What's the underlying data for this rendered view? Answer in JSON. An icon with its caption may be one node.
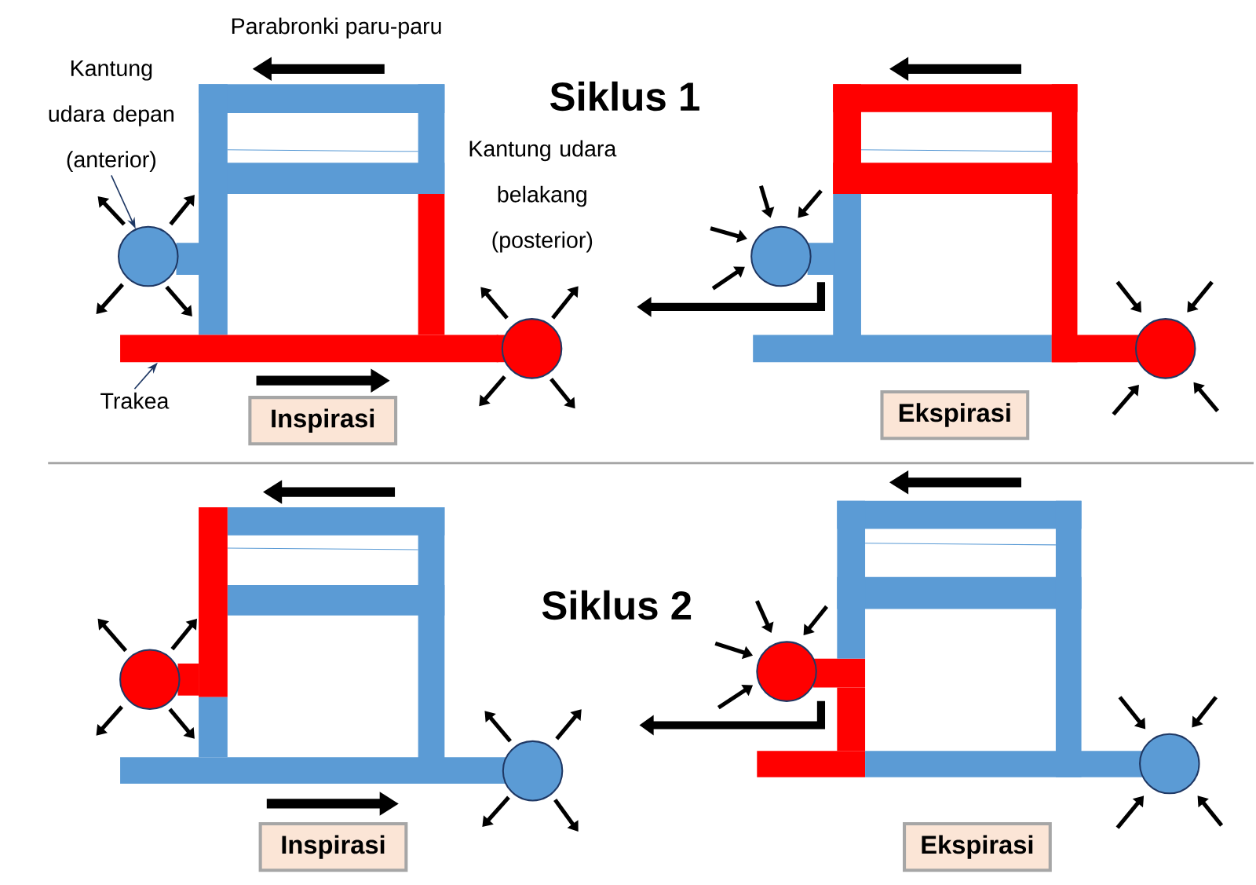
{
  "diagram": {
    "nodes": [
      {
        "text": [
          "Kantung udara depan (anterior)"
        ]
      },
      {
        "text": [],
        "shape": "circle"
      },
      {
        "text": [
          "Trakea"
        ]
      },
      {
        "text": [],
        "shape": "bar"
      },
      {
        "text": [
          "Inspirasi"
        ]
      },
      {
        "text": [
          "Ekspirasi"
        ]
      },
      {
        "text": [
          "Inspirasi"
        ]
      },
      {
        "text": [
          "Ekspirasi"
        ]
      }
    ],
    "edges": [
      {
        "from": 0,
        "to": 1,
        "arrow": "to"
      },
      {
        "from": 2,
        "to": 3,
        "arrow": "to"
      }
    ],
    "labels": [
      "Parabronki paru-paru",
      "Siklus 1",
      "Kantung udara belakang (posterior)",
      "Siklus 2"
    ]
  }
}
